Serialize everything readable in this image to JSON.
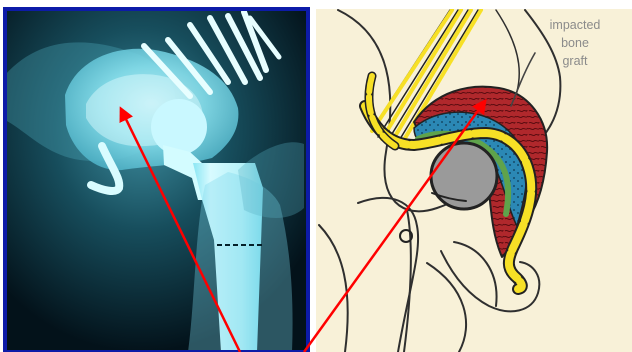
{
  "figure": {
    "annotation": {
      "line1": "impacted",
      "line2": "bone",
      "line3": "graft"
    }
  },
  "colors": {
    "xray_background": "#05141d",
    "xray_bone": "#8fe4f0",
    "xray_implant": "#c8f6fb",
    "xray_border": "#0d1ba8",
    "diagram_background": "#f8f1d8",
    "graft_red": "#b0282c",
    "cement_yellow": "#f7e026",
    "layer_blue": "#2b88b5",
    "prosthesis_head_gray": "#9a9a9a",
    "arrow_red": "#ff0000",
    "annotation_text": "#8b8b8b"
  }
}
